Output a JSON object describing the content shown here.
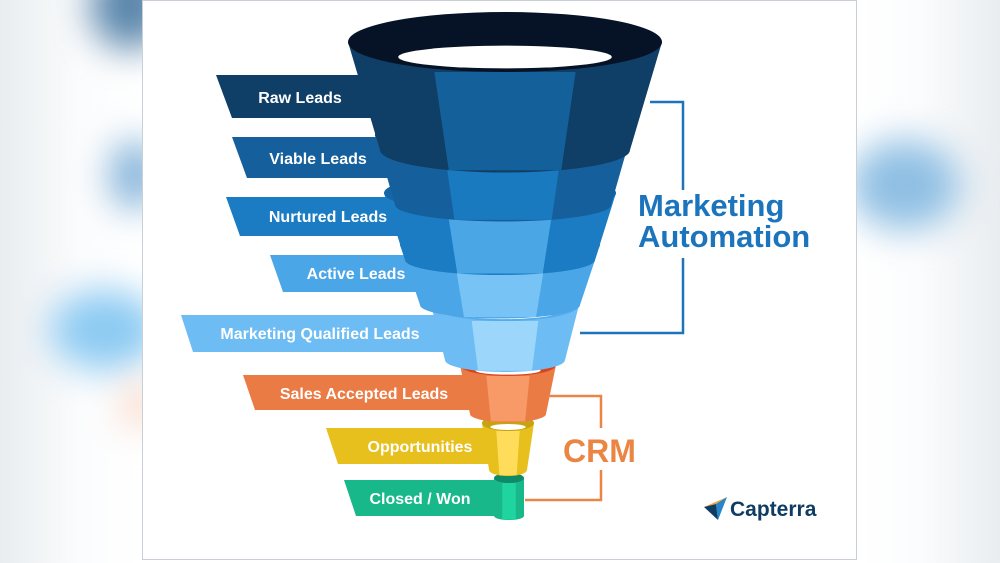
{
  "diagram": {
    "title": "Marketing and sales funnel",
    "stages": [
      {
        "label": "Raw Leads",
        "group": "marketing",
        "color": "#0f3f66",
        "inner": "#14609a",
        "rim": "#061326"
      },
      {
        "label": "Viable Leads",
        "group": "marketing",
        "color": "#15609c",
        "inner": "#1a7ac0",
        "rim": "#0d4a7d"
      },
      {
        "label": "Nurtured Leads",
        "group": "marketing",
        "color": "#1b7cc3",
        "inner": "#4aa6e4",
        "rim": "#1366a8"
      },
      {
        "label": "Active Leads",
        "group": "marketing",
        "color": "#4aa6e6",
        "inner": "#78c3f5",
        "rim": "#2f8fd3"
      },
      {
        "label": "Marketing Qualified Leads",
        "group": "marketing",
        "color": "#6dbcf3",
        "inner": "#9cd6fb",
        "rim": "#55abeb"
      },
      {
        "label": "Sales Accepted Leads",
        "group": "crm",
        "color": "#eb7b45",
        "inner": "#f79a68",
        "rim": "#d9431b"
      },
      {
        "label": "Opportunities",
        "group": "crm",
        "color": "#e8c01e",
        "inner": "#ffdd5a",
        "rim": "#c9a212"
      },
      {
        "label": "Closed / Won",
        "group": "crm",
        "color": "#18b88a",
        "inner": "#1fd49f",
        "rim": "#0e8a66"
      }
    ],
    "brackets": {
      "marketing": {
        "label_line1": "Marketing",
        "label_line2": "Automation",
        "color": "#1c75bc"
      },
      "crm": {
        "label": "CRM",
        "color": "#eb8544"
      }
    },
    "logo": {
      "text": "Capterra",
      "text_color": "#0f3c63",
      "icon_colors": [
        "#f4a13a",
        "#2786c7",
        "#0f3c63"
      ]
    }
  }
}
